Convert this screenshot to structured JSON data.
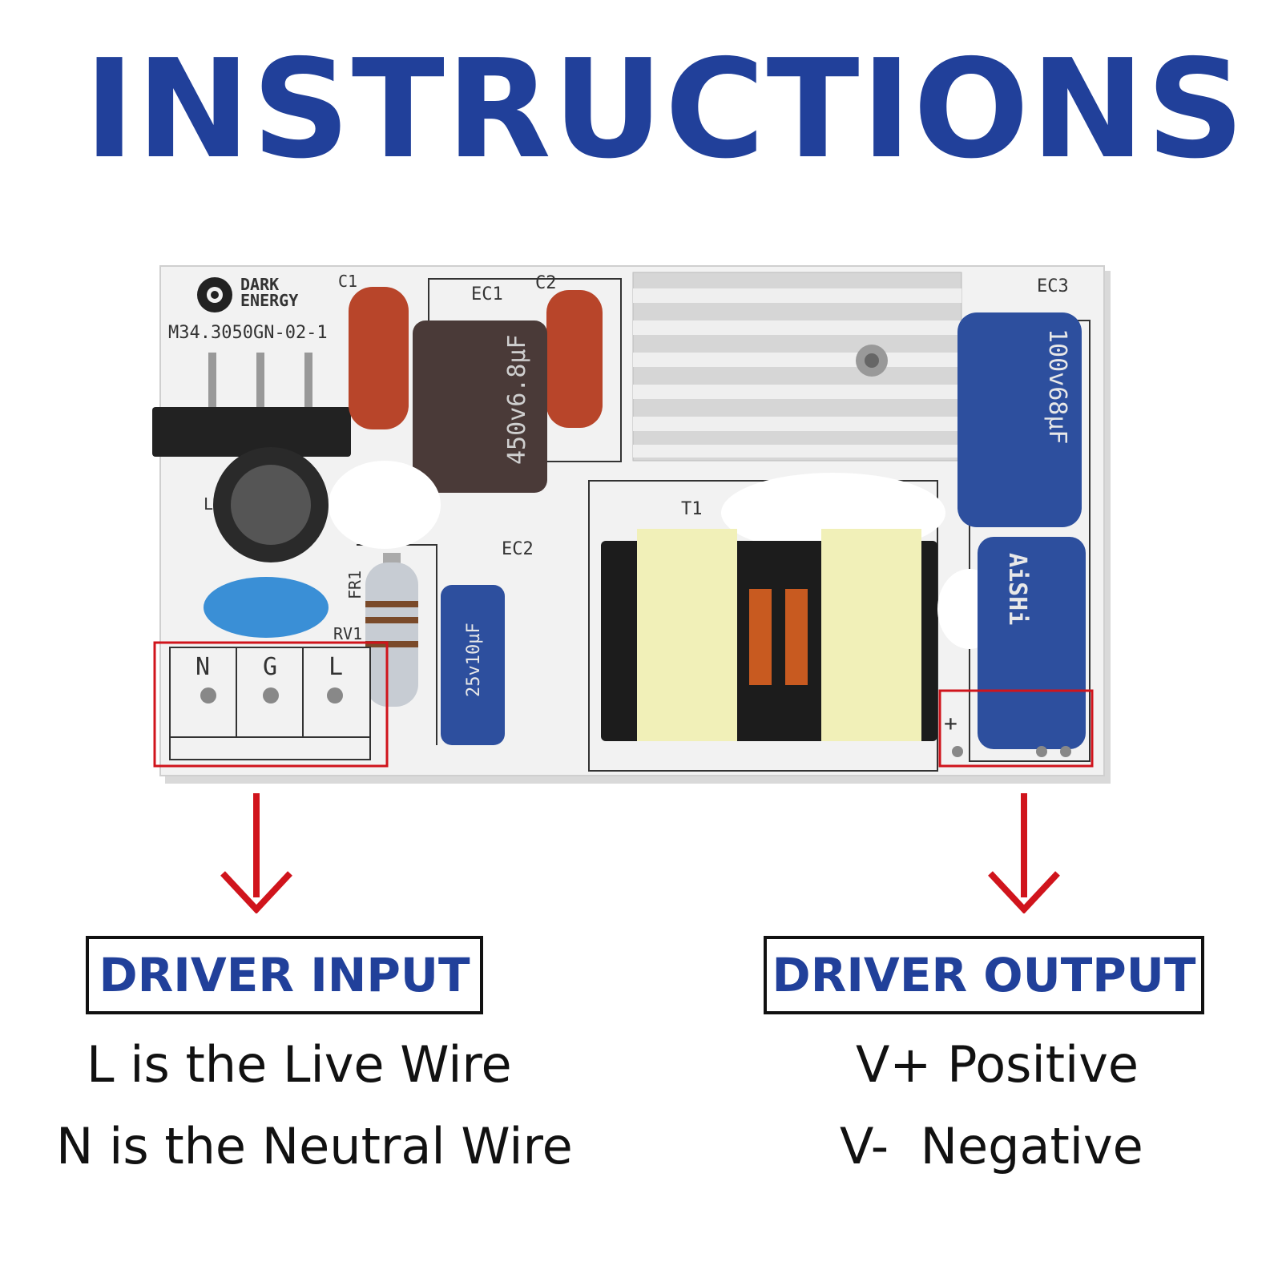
{
  "title": "INSTRUCTIONS",
  "colors": {
    "title": "#21409a",
    "highlight": "#d0141c",
    "board": "#f4f4f4"
  },
  "board": {
    "brand_line1": "DARK",
    "brand_line2": "ENERGY",
    "model": "M34.3050GN-02-1",
    "refs": {
      "c1": "C1",
      "c2": "C2",
      "ec1": "EC1",
      "ec2": "EC2",
      "ec3": "EC3",
      "t1": "T1",
      "fr1": "FR1",
      "rv1": "RV1",
      "l": "L"
    },
    "terminals": [
      "N",
      "G",
      "L"
    ],
    "ec1_text": "450v6.8µF",
    "ec2_text": "25v10µF",
    "ec3_text": "100v68µF",
    "cap_brand": "AiSHi",
    "output_plus": "+"
  },
  "input": {
    "header": "DRIVER INPUT",
    "line1": "L is the Live Wire",
    "line2": "N is the Neutral Wire"
  },
  "output": {
    "header": "DRIVER OUTPUT",
    "line1": "V+ Positive",
    "line2": "V-  Negative"
  }
}
